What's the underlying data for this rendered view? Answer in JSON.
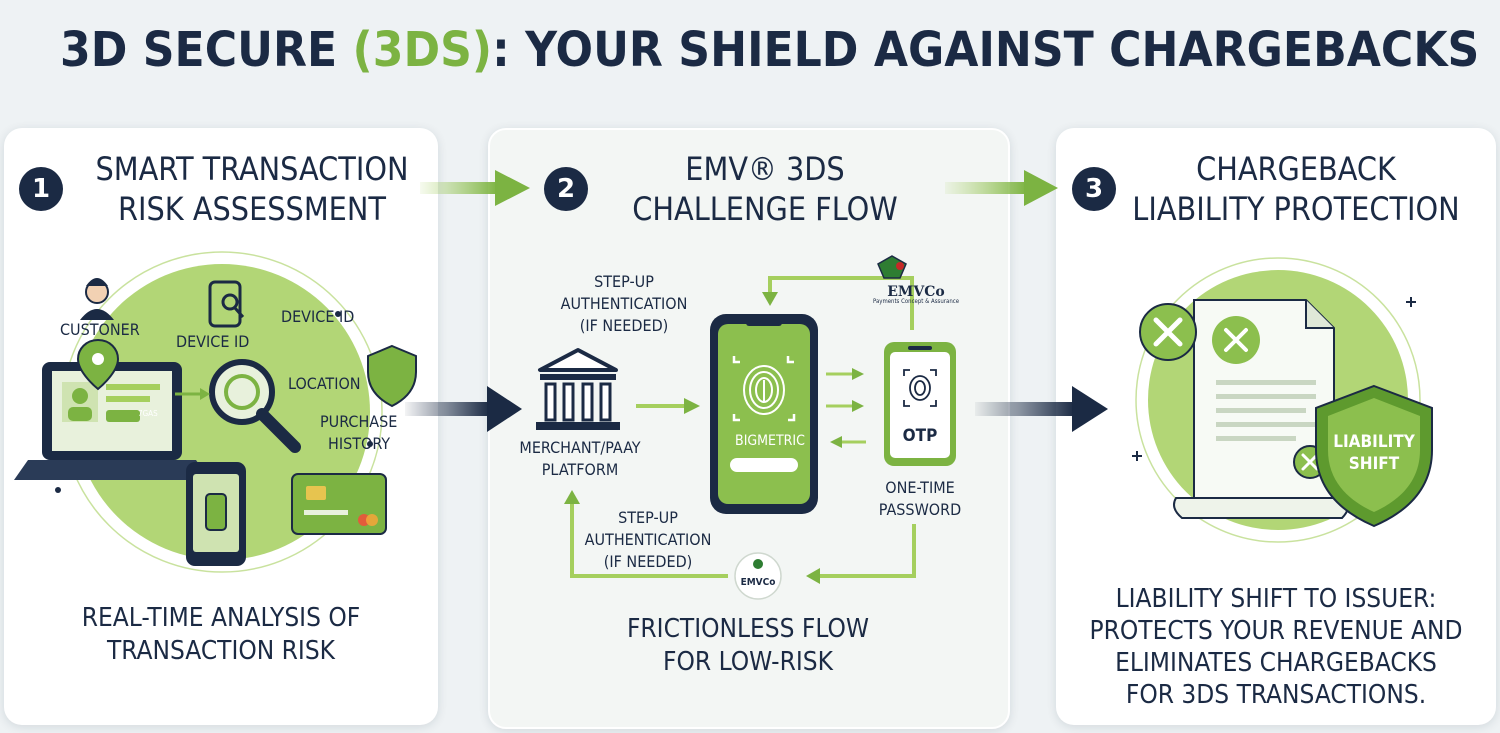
{
  "title": {
    "part1": "3D SECURE ",
    "accent": "(3DS)",
    "part2": ": YOUR SHIELD AGAINST CHARGEBACKS"
  },
  "colors": {
    "navy": "#1b2a44",
    "green": "#7cb342",
    "light_green": "#a5cf5e"
  },
  "step1": {
    "number": "1",
    "heading_line1": "SMART TRANSACTION",
    "heading_line2": "RISK ASSESSMENT",
    "labels": {
      "customer": "CUSTONER",
      "device_id_1": "DEVICE ID",
      "device_id_2": "DEVICE ID",
      "location": "LOCATION",
      "purchase": "PURCHASE",
      "history": "HISTORY",
      "screen_tag": "7GAS"
    },
    "caption_line1": "REAL-TIME ANALYSIS OF",
    "caption_line2": "TRANSACTION RISK"
  },
  "step2": {
    "number": "2",
    "heading_line1": "EMV® 3DS",
    "heading_line2": "CHALLENGE FLOW",
    "labels": {
      "stepup_top_1": "STEP-UP",
      "stepup_top_2": "AUTHENTICATION",
      "stepup_top_3": "(IF NEEDED)",
      "merchant_1": "MERCHANT/PAAY",
      "merchant_2": "PLATFORM",
      "biometric": "BIGMETRIC",
      "otp": "OTP",
      "onetime_1": "ONE-TIME",
      "onetime_2": "PASSWORD",
      "stepup_bot_1": "STEP-UP",
      "stepup_bot_2": "AUTHENTICATION",
      "stepup_bot_3": "(IF NEEDED)",
      "emvco_top": "EMVCo",
      "emvco_top_sub": "Payments Concept & Assurance",
      "emvco_bottom": "EMVCo"
    },
    "caption_line1": "FRICTIONLESS FLOW",
    "caption_line2": "FOR LOW-RISK"
  },
  "step3": {
    "number": "3",
    "heading_line1": "CHARGEBACK",
    "heading_line2": "LIABILITY PROTECTION",
    "shield_line1": "LIABILITY",
    "shield_line2": "SHIFT",
    "caption_line1": "LIABILITY SHIFT TO ISSUER:",
    "caption_line2": "PROTECTS YOUR REVENUE AND",
    "caption_line3": "ELIMINATES CHARGEBACKS",
    "caption_line4": "FOR 3DS TRANSACTIONS."
  }
}
